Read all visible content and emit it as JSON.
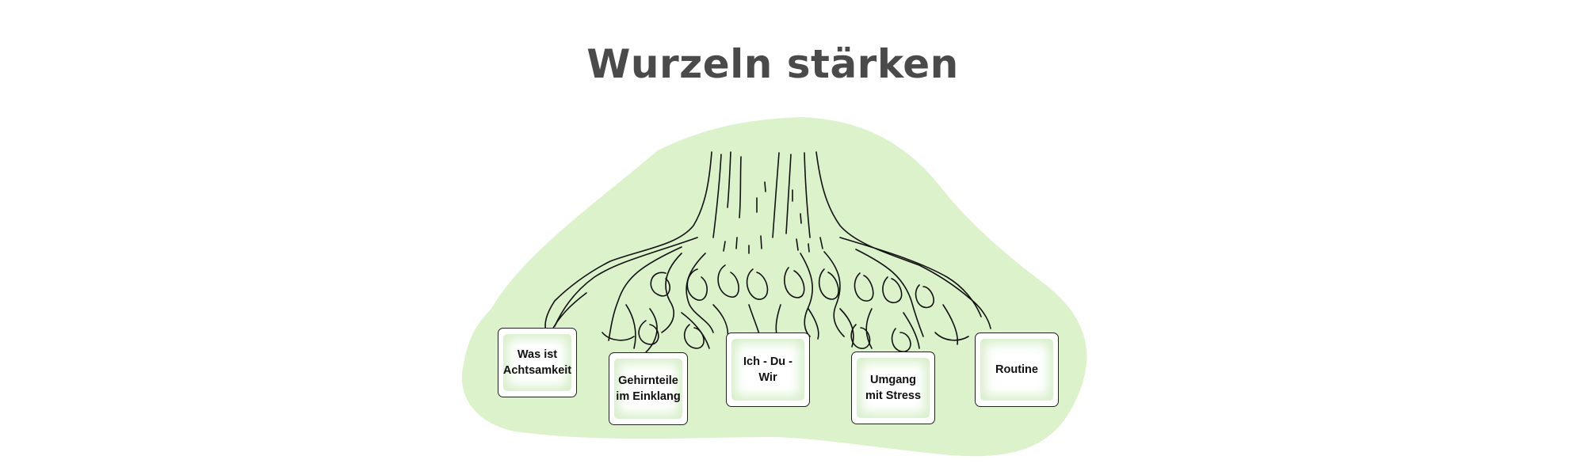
{
  "title": "Wurzeln stärken",
  "colors": {
    "blob": "#dcf2cb",
    "card_glow": "#d6efc9",
    "ink": "#111111",
    "title": "#4a4a4a"
  },
  "cards": [
    {
      "label": "Was ist\nAchtsamkeit"
    },
    {
      "label": "Gehirnteile\nim Einklang"
    },
    {
      "label": "Ich - Du - Wir"
    },
    {
      "label": "Umgang\nmit Stress"
    },
    {
      "label": "Routine"
    }
  ]
}
